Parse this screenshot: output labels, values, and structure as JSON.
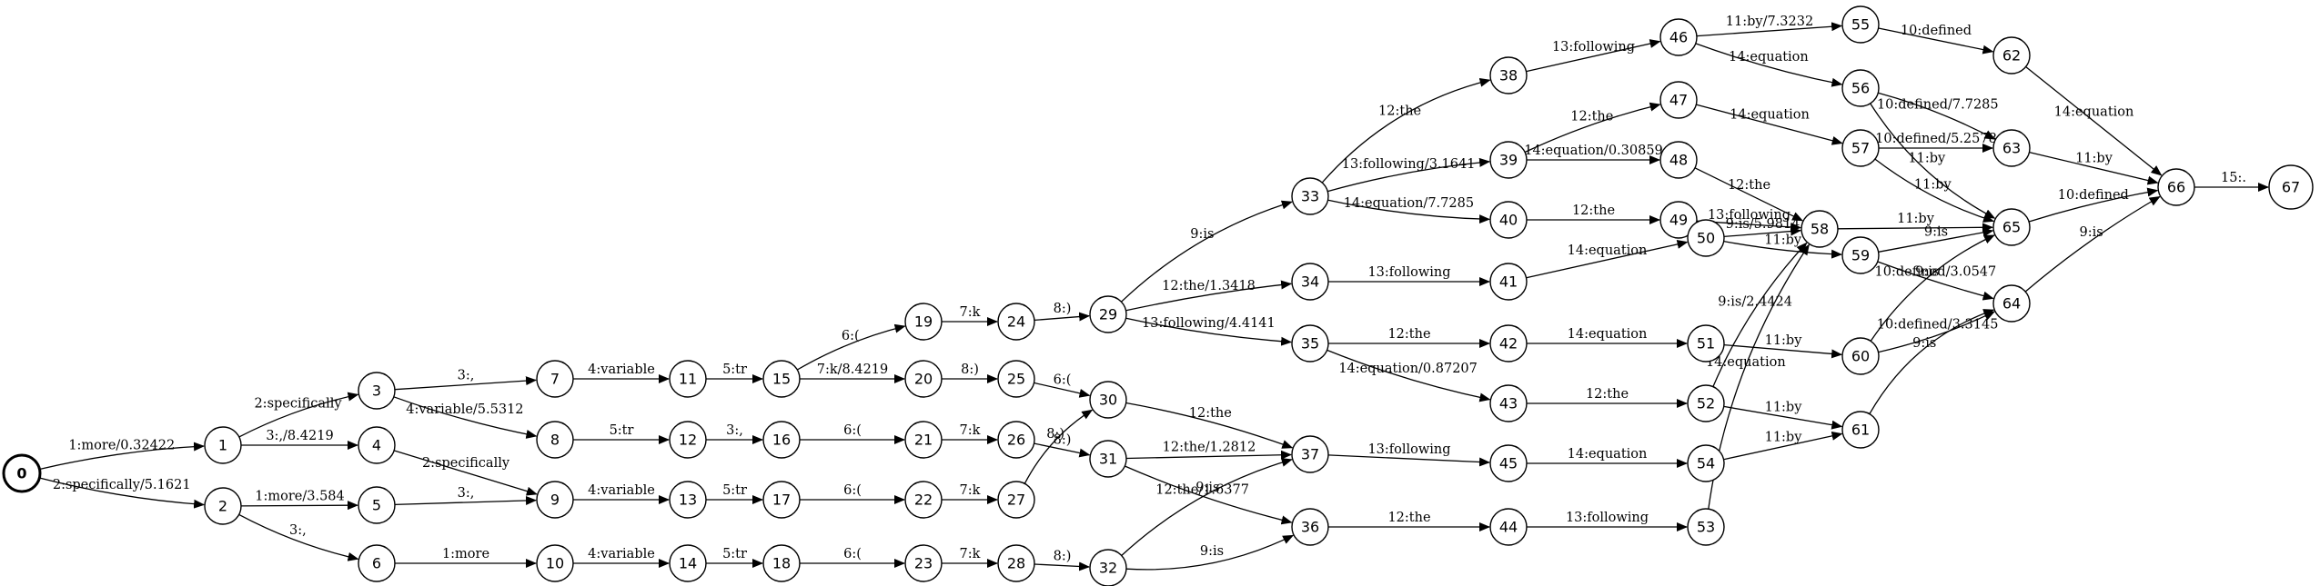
{
  "diagram": {
    "type": "finite-state-transducer",
    "colors": {
      "stroke": "#000000",
      "fill": "#ffffff",
      "background": "#ffffff"
    },
    "initial_state": "0",
    "final_states": [
      "67"
    ],
    "states": [
      "0",
      "1",
      "2",
      "3",
      "4",
      "5",
      "6",
      "7",
      "8",
      "9",
      "10",
      "11",
      "12",
      "13",
      "14",
      "15",
      "16",
      "17",
      "18",
      "19",
      "20",
      "21",
      "22",
      "23",
      "24",
      "25",
      "26",
      "27",
      "28",
      "29",
      "30",
      "31",
      "32",
      "33",
      "34",
      "35",
      "36",
      "37",
      "38",
      "39",
      "40",
      "41",
      "42",
      "43",
      "44",
      "45",
      "46",
      "47",
      "48",
      "49",
      "50",
      "51",
      "52",
      "53",
      "54",
      "55",
      "56",
      "57",
      "58",
      "59",
      "60",
      "61",
      "62",
      "63",
      "64",
      "65",
      "66",
      "67"
    ],
    "edges": [
      {
        "from": "0",
        "to": "1",
        "label": "1:more/0.32422"
      },
      {
        "from": "0",
        "to": "2",
        "label": "2:specifically/5.1621"
      },
      {
        "from": "1",
        "to": "3",
        "label": "2:specifically"
      },
      {
        "from": "1",
        "to": "4",
        "label": "3:,/8.4219"
      },
      {
        "from": "2",
        "to": "5",
        "label": "1:more/3.584"
      },
      {
        "from": "2",
        "to": "6",
        "label": "3:,"
      },
      {
        "from": "3",
        "to": "7",
        "label": "3:,"
      },
      {
        "from": "3",
        "to": "8",
        "label": "4:variable/5.5312"
      },
      {
        "from": "4",
        "to": "9",
        "label": "2:specifically"
      },
      {
        "from": "5",
        "to": "9",
        "label": "3:,"
      },
      {
        "from": "6",
        "to": "10",
        "label": "1:more"
      },
      {
        "from": "7",
        "to": "11",
        "label": "4:variable"
      },
      {
        "from": "8",
        "to": "12",
        "label": "5:tr"
      },
      {
        "from": "9",
        "to": "13",
        "label": "4:variable"
      },
      {
        "from": "10",
        "to": "14",
        "label": "4:variable"
      },
      {
        "from": "11",
        "to": "15",
        "label": "5:tr"
      },
      {
        "from": "12",
        "to": "16",
        "label": "3:,"
      },
      {
        "from": "13",
        "to": "17",
        "label": "5:tr"
      },
      {
        "from": "14",
        "to": "18",
        "label": "5:tr"
      },
      {
        "from": "15",
        "to": "19",
        "label": "6:("
      },
      {
        "from": "15",
        "to": "20",
        "label": "7:k/8.4219"
      },
      {
        "from": "16",
        "to": "21",
        "label": "6:("
      },
      {
        "from": "17",
        "to": "22",
        "label": "6:("
      },
      {
        "from": "18",
        "to": "23",
        "label": "6:("
      },
      {
        "from": "19",
        "to": "24",
        "label": "7:k"
      },
      {
        "from": "20",
        "to": "25",
        "label": "8:)"
      },
      {
        "from": "21",
        "to": "26",
        "label": "7:k"
      },
      {
        "from": "22",
        "to": "27",
        "label": "7:k"
      },
      {
        "from": "23",
        "to": "28",
        "label": "7:k"
      },
      {
        "from": "24",
        "to": "29",
        "label": "8:)"
      },
      {
        "from": "25",
        "to": "30",
        "label": "6:("
      },
      {
        "from": "26",
        "to": "31",
        "label": "8:)"
      },
      {
        "from": "27",
        "to": "30",
        "label": "8:)"
      },
      {
        "from": "28",
        "to": "32",
        "label": "8:)"
      },
      {
        "from": "29",
        "to": "33",
        "label": "9:is"
      },
      {
        "from": "29",
        "to": "34",
        "label": "12:the/1.3418"
      },
      {
        "from": "29",
        "to": "35",
        "label": "13:following/4.4141"
      },
      {
        "from": "30",
        "to": "37",
        "label": "12:the"
      },
      {
        "from": "31",
        "to": "37",
        "label": "12:the/1.2812"
      },
      {
        "from": "31",
        "to": "36",
        "label": "9:is"
      },
      {
        "from": "32",
        "to": "37",
        "label": "12:the/1.6377"
      },
      {
        "from": "32",
        "to": "36",
        "label": "9:is"
      },
      {
        "from": "33",
        "to": "38",
        "label": "12:the"
      },
      {
        "from": "33",
        "to": "39",
        "label": "13:following/3.1641"
      },
      {
        "from": "33",
        "to": "40",
        "label": "14:equation/7.7285"
      },
      {
        "from": "34",
        "to": "41",
        "label": "13:following"
      },
      {
        "from": "35",
        "to": "42",
        "label": "12:the"
      },
      {
        "from": "35",
        "to": "43",
        "label": "14:equation/0.87207"
      },
      {
        "from": "36",
        "to": "44",
        "label": "12:the"
      },
      {
        "from": "37",
        "to": "45",
        "label": "13:following"
      },
      {
        "from": "38",
        "to": "46",
        "label": "13:following"
      },
      {
        "from": "39",
        "to": "47",
        "label": "12:the"
      },
      {
        "from": "39",
        "to": "48",
        "label": "14:equation/0.30859"
      },
      {
        "from": "40",
        "to": "49",
        "label": "12:the"
      },
      {
        "from": "41",
        "to": "50",
        "label": "14:equation"
      },
      {
        "from": "42",
        "to": "51",
        "label": "14:equation"
      },
      {
        "from": "43",
        "to": "52",
        "label": "12:the"
      },
      {
        "from": "44",
        "to": "53",
        "label": "13:following"
      },
      {
        "from": "45",
        "to": "54",
        "label": "14:equation"
      },
      {
        "from": "46",
        "to": "55",
        "label": "11:by/7.3232"
      },
      {
        "from": "46",
        "to": "56",
        "label": "14:equation"
      },
      {
        "from": "47",
        "to": "57",
        "label": "14:equation"
      },
      {
        "from": "48",
        "to": "58",
        "label": "12:the"
      },
      {
        "from": "49",
        "to": "58",
        "label": "13:following"
      },
      {
        "from": "50",
        "to": "58",
        "label": "9:is/5.9814"
      },
      {
        "from": "50",
        "to": "59",
        "label": "11:by"
      },
      {
        "from": "51",
        "to": "60",
        "label": "11:by"
      },
      {
        "from": "52",
        "to": "58",
        "label": "9:is/2.4424"
      },
      {
        "from": "52",
        "to": "61",
        "label": "11:by"
      },
      {
        "from": "53",
        "to": "58",
        "label": "14:equation"
      },
      {
        "from": "54",
        "to": "61",
        "label": "11:by"
      },
      {
        "from": "55",
        "to": "62",
        "label": "10:defined"
      },
      {
        "from": "56",
        "to": "63",
        "label": "10:defined/7.7285"
      },
      {
        "from": "56",
        "to": "65",
        "label": "11:by"
      },
      {
        "from": "57",
        "to": "63",
        "label": "10:defined/5.2578"
      },
      {
        "from": "57",
        "to": "65",
        "label": "11:by"
      },
      {
        "from": "58",
        "to": "65",
        "label": "11:by"
      },
      {
        "from": "59",
        "to": "65",
        "label": "9:is"
      },
      {
        "from": "59",
        "to": "64",
        "label": "10:defined/3.0547"
      },
      {
        "from": "60",
        "to": "65",
        "label": "9:is"
      },
      {
        "from": "60",
        "to": "64",
        "label": "10:defined/3.3145"
      },
      {
        "from": "61",
        "to": "64",
        "label": "9:is"
      },
      {
        "from": "62",
        "to": "66",
        "label": "14:equation"
      },
      {
        "from": "63",
        "to": "66",
        "label": "11:by"
      },
      {
        "from": "64",
        "to": "66",
        "label": "9:is"
      },
      {
        "from": "65",
        "to": "66",
        "label": "10:defined"
      },
      {
        "from": "66",
        "to": "67",
        "label": "15:."
      }
    ]
  }
}
